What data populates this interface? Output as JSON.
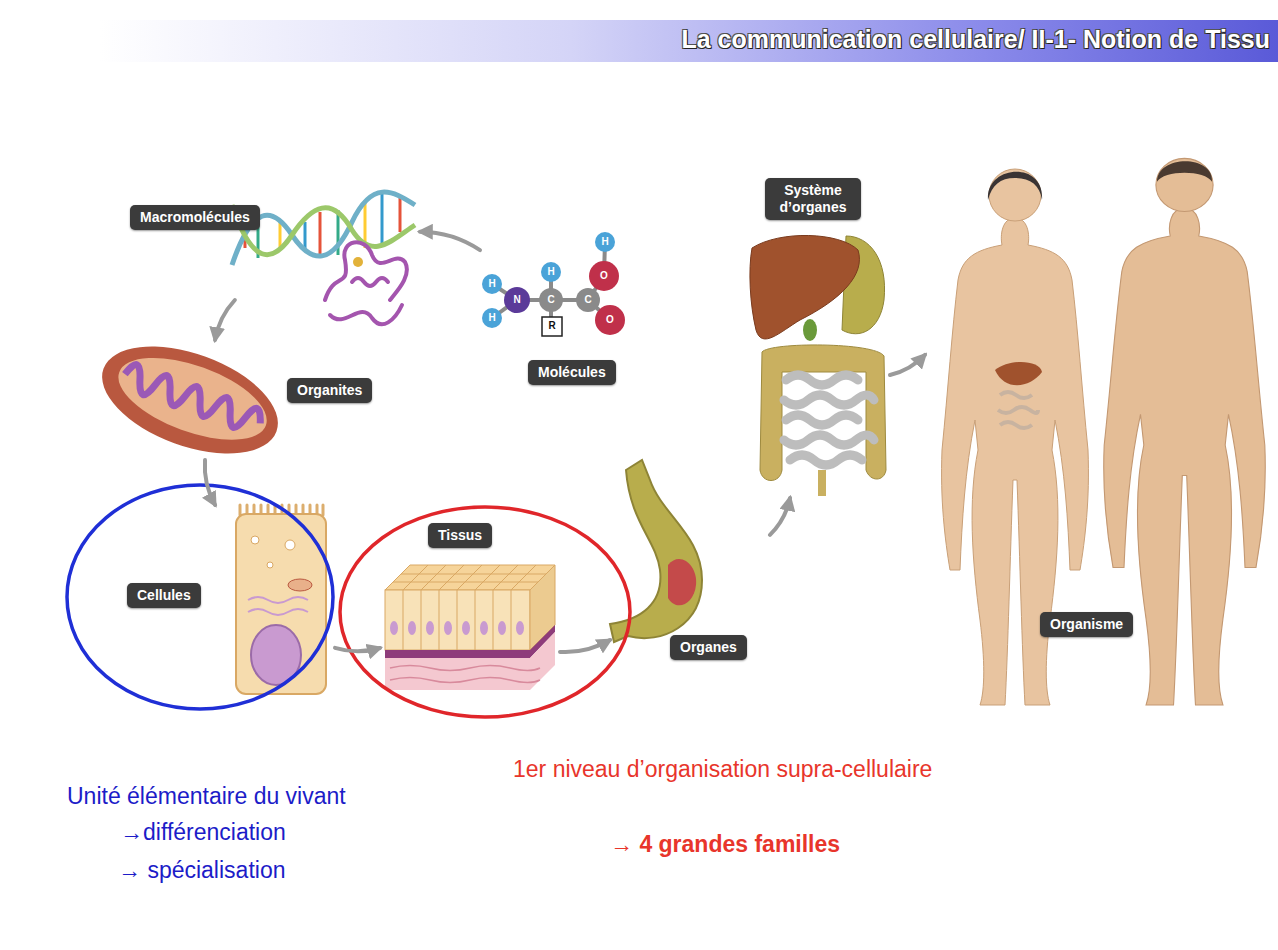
{
  "diagram": {
    "title": "La communication cellulaire/ II-1- Notion de Tissu",
    "nodes": [
      {
        "text": [
          "Macromolécules"
        ]
      },
      {
        "text": [
          "Molécules"
        ]
      },
      {
        "text": [
          "Organites"
        ]
      },
      {
        "text": [
          "Cellules"
        ]
      },
      {
        "text": [
          "Tissus"
        ]
      },
      {
        "text": [
          "Organes"
        ]
      },
      {
        "text": [
          "Système d’organes"
        ]
      },
      {
        "text": [
          "Organisme"
        ]
      }
    ],
    "edges": [
      {
        "from": 1,
        "to": 0,
        "arrow": "to"
      },
      {
        "from": 0,
        "to": 2,
        "arrow": "to"
      },
      {
        "from": 2,
        "to": 3,
        "arrow": "to"
      },
      {
        "from": 3,
        "to": 4,
        "arrow": "to"
      },
      {
        "from": 4,
        "to": 5,
        "arrow": "to"
      },
      {
        "from": 5,
        "to": 6,
        "arrow": "to"
      },
      {
        "from": 6,
        "to": 7,
        "arrow": "to"
      }
    ],
    "labels": [
      "H",
      "H",
      "H",
      "N",
      "C",
      "C",
      "O",
      "H",
      "R",
      "O",
      "Unité élémentaire du vivant",
      "→différenciation",
      "→ spécialisation",
      "1er niveau d’organisation supra-cellulaire",
      "→ 4 grandes familles"
    ]
  }
}
